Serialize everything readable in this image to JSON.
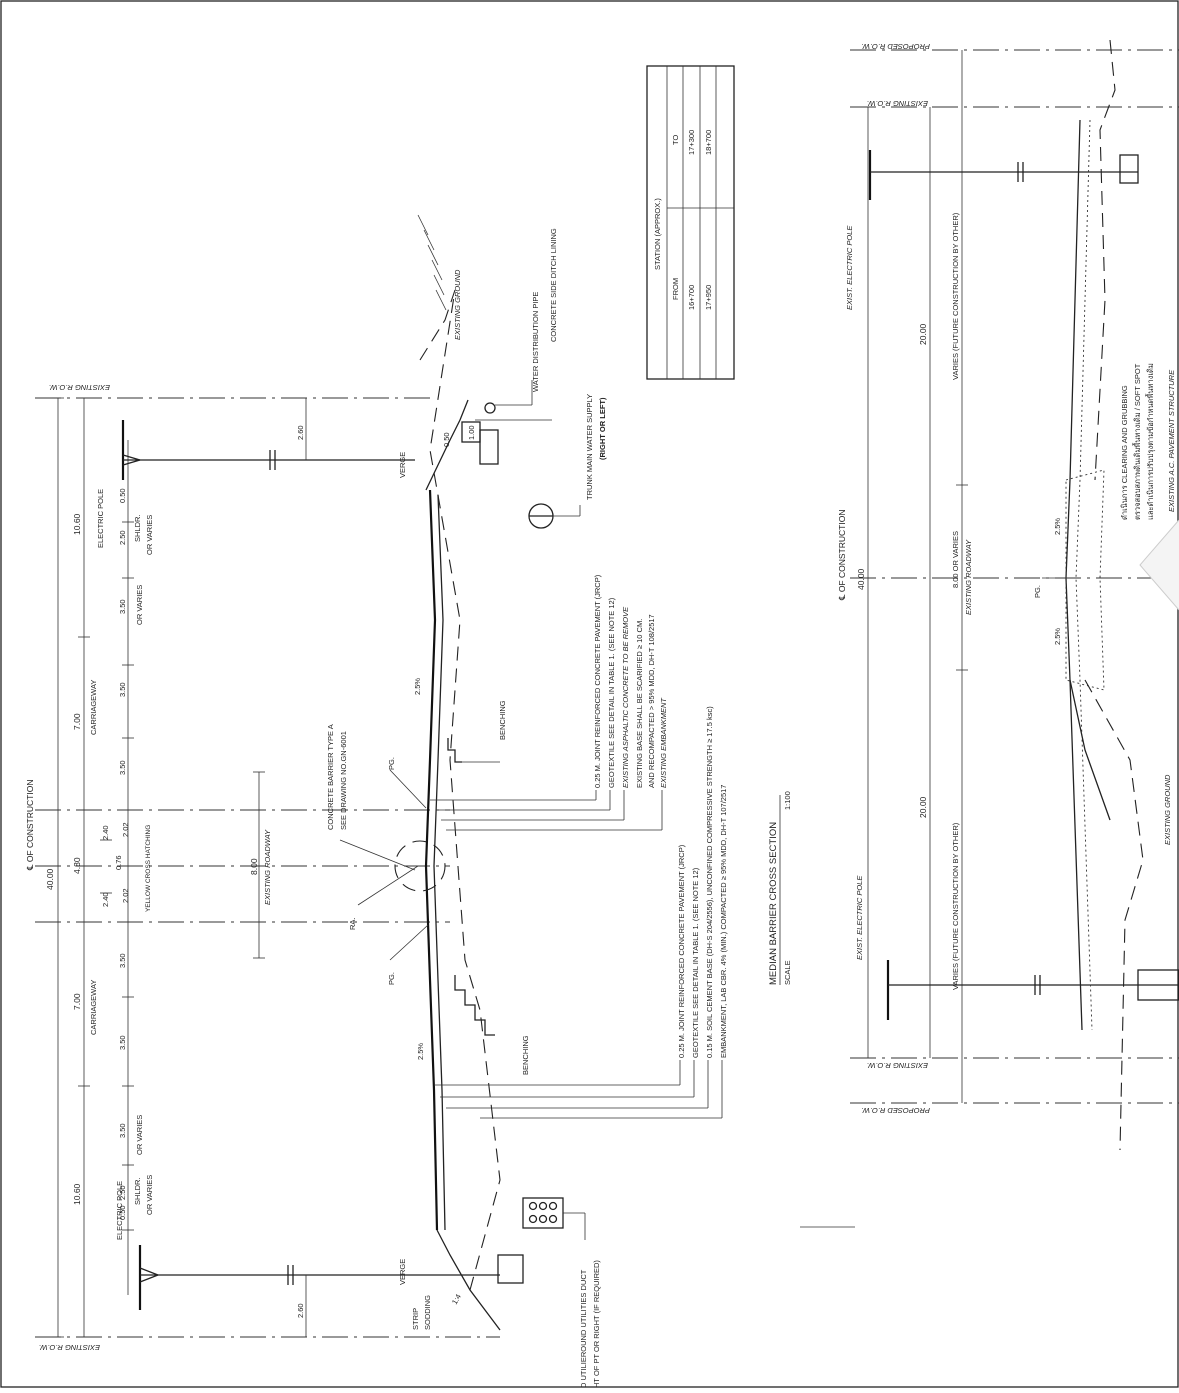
{
  "drawing": {
    "left_section": {
      "existing_row": "EXISTING R.O.W.",
      "centerline": "℄ OF CONSTRUCTION",
      "total_width": "40.00",
      "widths": {
        "w1060a": "10.60",
        "w700a": "7.00",
        "w480": "4.80",
        "w700b": "7.00",
        "w1060b": "10.60",
        "w800": "8.00"
      },
      "sub_widths": {
        "d050a": "0.50",
        "d250a": "2.50",
        "d350a": "3.50",
        "d350b": "3.50",
        "d350c": "3.50",
        "d240a": "2.40",
        "d202a": "2.02",
        "d076": "0.76",
        "d202b": "2.02",
        "d240b": "2.40",
        "d350d": "3.50",
        "d350e": "3.50",
        "d350f": "3.50",
        "d250b": "2.50",
        "d050b": "0.50",
        "d260a": "2.60",
        "d260b": "2.60",
        "d050c": "0.50",
        "d100": "1.00"
      },
      "labels": {
        "electric_pole_top": "ELECTRIC POLE",
        "electric_pole_bottom": "ELECTRIC POLE",
        "shldr_top": "SHLDR.",
        "or_varies": "OR VARIES",
        "shldr_bottom": "SHLDR.",
        "carriageway_top": "CARRIAGEWAY",
        "carriageway_bottom": "CARRIAGEWAY",
        "yellow_cross": "YELLOW CROSS HATCHING",
        "existing_roadway": "EXISTING ROADWAY",
        "concrete_barrier_1": "CONCRETE BARRIER TYPE A",
        "concrete_barrier_2": "SEE DRAWING NO.GN-6001",
        "pg_top": "PG.",
        "pg_bottom": "PG.",
        "ra": "RA.",
        "verge_top": "VERGE",
        "verge_bottom": "VERGE",
        "existing_ground": "EXISTING GROUND",
        "water_pipe": "WATER DISTRIBUTION PIPE",
        "ditch_lining": "CONCRETE SIDE DITCH LINING",
        "trunk_main_1": "TRUNK MAIN WATER SUPPLY",
        "trunk_main_2": "(RIGHT OR LEFT)",
        "benching_top": "BENCHING",
        "benching_bottom": "BENCHING",
        "slope_top": "2.5%",
        "slope_bottom": "2.5%",
        "strip_sodding_1": "STRIP",
        "strip_sodding_2": "SODDING",
        "utilities_1": "D UTILIEROUND UTILITIES DUCT",
        "utilities_2": "HT OF PT OR RIGHT (IF REQUIRED)",
        "slope_ratio": "1:4"
      },
      "notes_upper": [
        "0.25 M. JOINT REINFORCED CONCRETE PAVEMENT (JRCP)",
        "GEOTEXTILE SEE DETAIL IN TABLE 1. (SEE NOTE 12)",
        "EXISTING ASPHALTIC CONCRETE TO BE REMOVE",
        "EXISTING BASE SHALL BE SCARIFIED ≥ 10 CM.",
        "AND RECOMPACTED > 95% MDD, DH-T 108/2517",
        "EXISTING EMBANKMENT"
      ],
      "notes_lower": [
        "0.25 M. JOINT REINFORCED CONCRETE PAVEMENT (JRCP)",
        "GEOTEXTILE SEE DETAIL IN TABLE 1. (SEE NOTE 12)",
        "0.15 M. SOIL CEMENT BASE (DH-S 204/2556), UNCONFINED COMPRESSIVE STRENGTH ≥ 17.5 ksc)",
        "EMBANKMENT, LAB CBR. 4% (MIN.) COMPACTED ≥ 95% MDD, DH-T 107/2517"
      ],
      "section_title": "MEDIAN BARRIER CROSS SECTION",
      "scale_label": "SCALE",
      "scale_value": "1:100"
    },
    "station_table": {
      "title": "STATION (APPROX.)",
      "col_from": "FROM",
      "col_to": "TO",
      "rows": [
        {
          "from": "16+700",
          "to": "17+300"
        },
        {
          "from": "17+950",
          "to": "18+700"
        }
      ]
    },
    "right_section": {
      "proposed_row_top": "PROPOSED R.O.W.",
      "existing_row_top": "EXISTING R.O.W.",
      "proposed_row_bottom": "PROPOSED R.O.W.",
      "existing_row_bottom": "EXISTING R.O.W.",
      "centerline": "℄ OF CONSTRUCTION",
      "total": "40.00",
      "w20a": "20.00",
      "w20b": "20.00",
      "w800": "8.00 OR VARIES",
      "existing_roadway": "EXISTING ROADWAY",
      "varies_top": "VARIES (FUTURE CONSTRUCTION BY OTHER)",
      "varies_bottom": "VARIES (FUTURE CONSTRUCTION BY OTHER)",
      "electric_pole_top": "EXIST. ELECTRIC POLE",
      "electric_pole_bottom": "EXIST. ELECTRIC POLE",
      "pg": "PG.",
      "slope_top": "2.5%",
      "slope_bottom": "2.5%",
      "existing_ground": "EXISTING GROUND",
      "clearing_1": "ดำเนินการ CLEARING AND GRUBBING",
      "clearing_2": "ตรวจสอบสภาพดินเดิมพื้นทางเดิม / SOFT SPOT",
      "clearing_3": "และดำเนินการปรับปรุงตามข้อกำหนดพื้นทางเดิม",
      "pavement_structure": "EXISTING A.C. PAVEMENT STRUCTURE"
    }
  }
}
